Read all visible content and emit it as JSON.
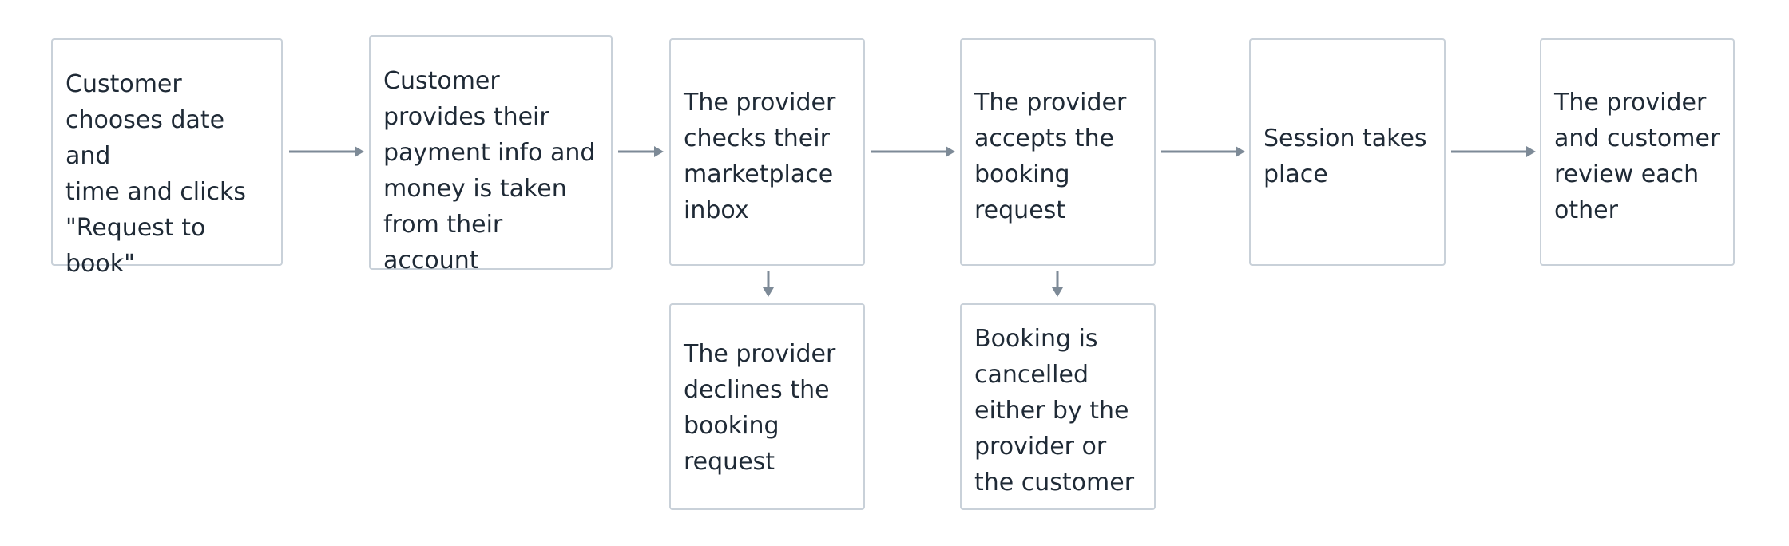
{
  "flow": {
    "steps": [
      {
        "text": "Customer\nchooses date and\ntime and clicks\n\"Request to\nbook\""
      },
      {
        "text": "Customer\nprovides their\npayment info and\nmoney is taken\nfrom their account"
      },
      {
        "text": "The provider\nchecks their\nmarketplace\ninbox"
      },
      {
        "text": "The provider\naccepts the\nbooking\nrequest"
      },
      {
        "text": "Session takes\nplace"
      },
      {
        "text": "The provider\nand customer\nreview each\nother"
      }
    ],
    "branches": [
      {
        "text": "The provider\ndeclines the\nbooking\nrequest"
      },
      {
        "text": "Booking is\ncancelled\neither by the\nprovider or\nthe customer"
      }
    ]
  }
}
